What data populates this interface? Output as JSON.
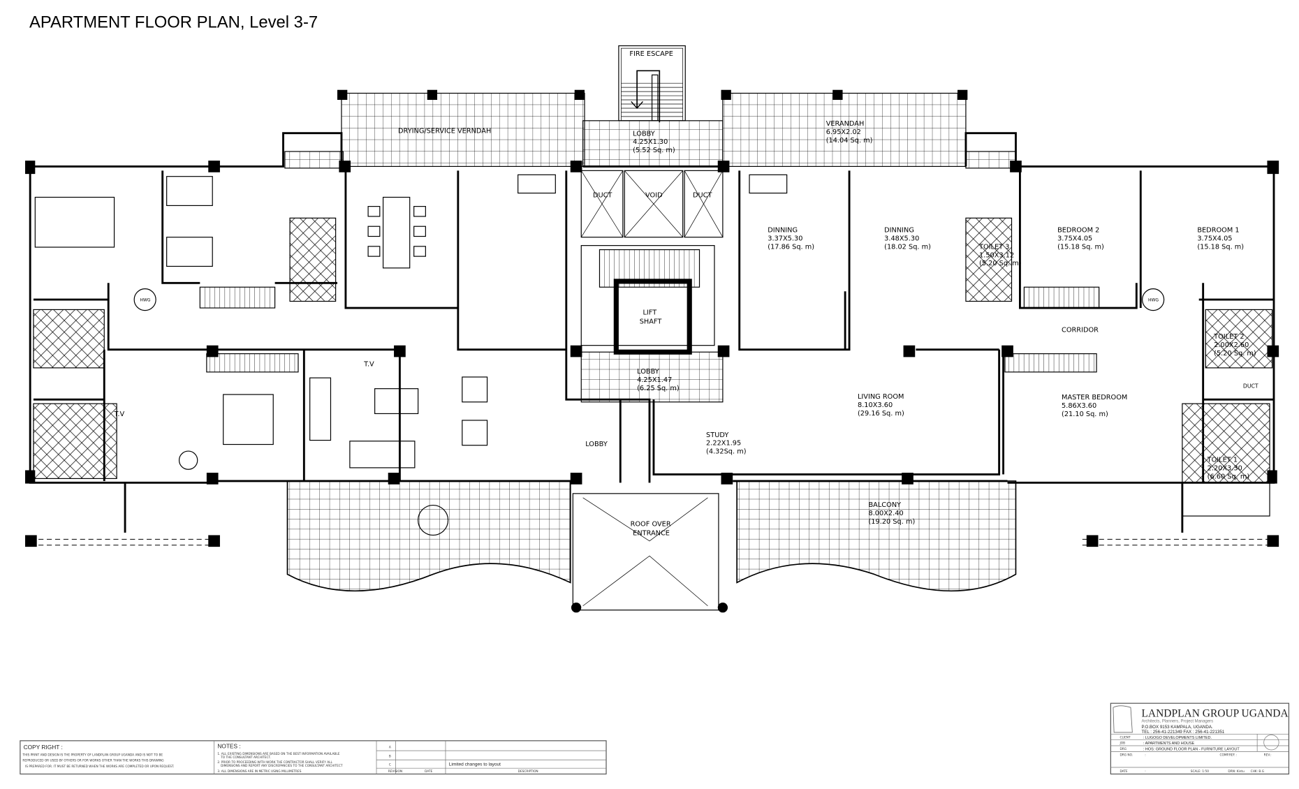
{
  "title": "APARTMENT FLOOR PLAN, Level 3-7",
  "rooms": {
    "fire_escape": "FIRE ESCAPE",
    "drying_verandah": "DRYING/SERVICE VERNDAH",
    "lobby_top": {
      "name": "LOBBY",
      "dims": "4.25X1.30",
      "area": "(5.52 Sq. m)"
    },
    "verandah": {
      "name": "VERANDAH",
      "dims": "6.95X2.02",
      "area": "(14.04 Sq. m)"
    },
    "duct_left": "DUCT",
    "void": "VOID",
    "duct_right": "DUCT",
    "dinning_1": {
      "name": "DINNING",
      "dims": "3.37X5.30",
      "area": "(17.86 Sq. m)"
    },
    "dinning_2": {
      "name": "DINNING",
      "dims": "3.48X5.30",
      "area": "(18.02 Sq. m)"
    },
    "toilet_3": {
      "name": "TOILET 3",
      "dims": "1.50X3.12",
      "area": "(5.20 Sq. m)"
    },
    "bedroom_2": {
      "name": "BEDROOM 2",
      "dims": "3.75X4.05",
      "area": "(15.18 Sq. m)"
    },
    "bedroom_1": {
      "name": "BEDROOM 1",
      "dims": "3.75X4.05",
      "area": "(15.18 Sq. m)"
    },
    "hwg_left": "HWG",
    "hwg_right": "HWG",
    "lift_shaft": {
      "line1": "LIFT",
      "line2": "SHAFT"
    },
    "corridor": "CORRIDOR",
    "toilet_2": {
      "name": "TOILET 2",
      "dims": "2.00X2.60",
      "area": "(5.20 Sq. m)"
    },
    "lobby_mid": {
      "name": "LOBBY",
      "dims": "4.25X1.47",
      "area": "(6.25 Sq. m)"
    },
    "tv_living": "T.V",
    "tv_bedroom": "T.V",
    "duct_toilet": "DUCT",
    "living_room": {
      "name": "LIVING ROOM",
      "dims": "8.10X3.60",
      "area": "(29.16 Sq. m)"
    },
    "master_bedroom": {
      "name": "MASTER BEDROOM",
      "dims": "5.86X3.60",
      "area": "(21.10 Sq. m)"
    },
    "study": {
      "name": "STUDY",
      "dims": "2.22X1.95",
      "area": "(4.32Sq. m)"
    },
    "lobby_bottom": "LOBBY",
    "toilet_1": {
      "name": "TOILET 1",
      "dims": "2.20X3.30",
      "area": "(6.60 Sq. m)"
    },
    "balcony": {
      "name": "BALCONY",
      "dims": "8.00X2.40",
      "area": "(19.20 Sq. m)"
    },
    "roof_entrance": {
      "line1": "ROOF OVER",
      "line2": "ENTRANCE"
    }
  },
  "copyright": {
    "heading": "COPY RIGHT :",
    "lines": [
      "THIS PRINT AND DESIGN IS THE PROPERTY OF LANDPLAN GROUP UGANDA AND IS NOT TO BE",
      "REPRODUCED OR USED BY OTHERS OR FOR WORKS OTHER THAN THE WORKS THIS DRAWING",
      "IS PREPARED FOR. IT MUST BE RETURNED WHEN THE WORKS ARE COMPLETED OR UPON REQUEST."
    ]
  },
  "notes": {
    "heading": "NOTES :",
    "lines": [
      "1. ALL EXISTING DIMENSIONS ARE BASED ON THE BEST INFORMATION AVAILABLE",
      "TO THE CONSULTANT ARCHITECT.",
      "2. PRIOR TO PROCEEDING WITH WORK THE CONTRACTOR SHALL VERIFY ALL",
      "DIMENSIONS AND REPORT ANY DISCREPANCIES TO THE CONSULTANT ARCHITECT",
      "3. ALL DIMENSIONS ARE IN METRIC USING MILLIMETRES"
    ]
  },
  "revisions": {
    "rows": [
      {
        "rev": "A",
        "date": "",
        "desc": ""
      },
      {
        "rev": "B",
        "date": "",
        "desc": ""
      },
      {
        "rev": "C",
        "date": "",
        "desc": "Limited changes to layout"
      }
    ],
    "headers": {
      "rev": "REVISION",
      "date": "DATE",
      "desc": "DESCRIPTION"
    }
  },
  "title_block": {
    "company": "LANDPLAN GROUP UGANDA",
    "tagline": "Architects, Planners, Project Managers",
    "address": "P.O.BOX 9153 KAMPALA, UGANDA.",
    "phone": "TEL : 256-41-221349  FAX : 256-41-221351",
    "client_label": "CLIENT",
    "client": ": LUGOGO DEVELOPMENTS LIMITED.",
    "job_label": "JOB",
    "job": ": APARTMENTS AND HOUSE",
    "drg_label": "DRG",
    "drg": ": HOS: GROUND FLOOR PLAN - FURNITURE LAYOUT",
    "drg_no_label": "DRG NO.",
    "drg_no": ":",
    "comp_ref_label": "COMP.REF. :",
    "rev_label": "REV.:",
    "date_label": "DATE",
    "date": ":",
    "scale": "SCALE: 1:50",
    "drn": "DRN: Kintu",
    "chk": "CHK: B.G"
  }
}
